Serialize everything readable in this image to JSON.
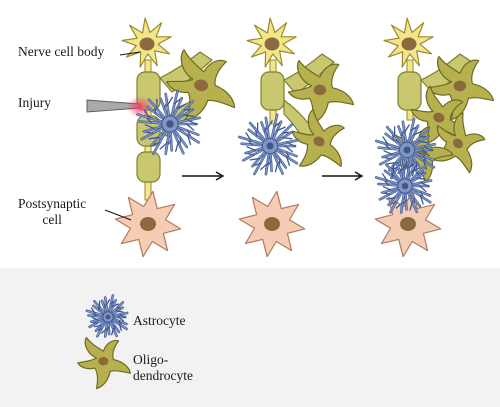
{
  "labels": {
    "nerve_cell_body": "Nerve cell body",
    "injury": "Injury",
    "postsynaptic_line1": "Postsynaptic",
    "postsynaptic_line2": "cell"
  },
  "legend": {
    "astrocyte": "Astrocyte",
    "oligodendrocyte_line1": "Oligo-",
    "oligodendrocyte_line2": "dendrocyte"
  },
  "colors": {
    "neuron_fill": "#f3e58a",
    "neuron_stroke": "#9a8a2a",
    "nucleus": "#8a6a3e",
    "axon_fill": "#c9c870",
    "axon_stroke": "#7f7f2c",
    "oligo_fill": "#b6b14e",
    "oligo_stroke": "#6e6a24",
    "astro_fill": "#7f96c6",
    "astro_stroke": "#3f5792",
    "astro_center": "#42567f",
    "post_fill": "#f5cdb5",
    "post_stroke": "#b07a5e",
    "injury_glow": "#ef3f6a",
    "legend_band": "#f2f2f2",
    "instrument": "#a9a9a9"
  },
  "icons": [
    "arrow-right-icon",
    "astrocyte-icon",
    "oligodendrocyte-icon",
    "scalpel-icon"
  ]
}
